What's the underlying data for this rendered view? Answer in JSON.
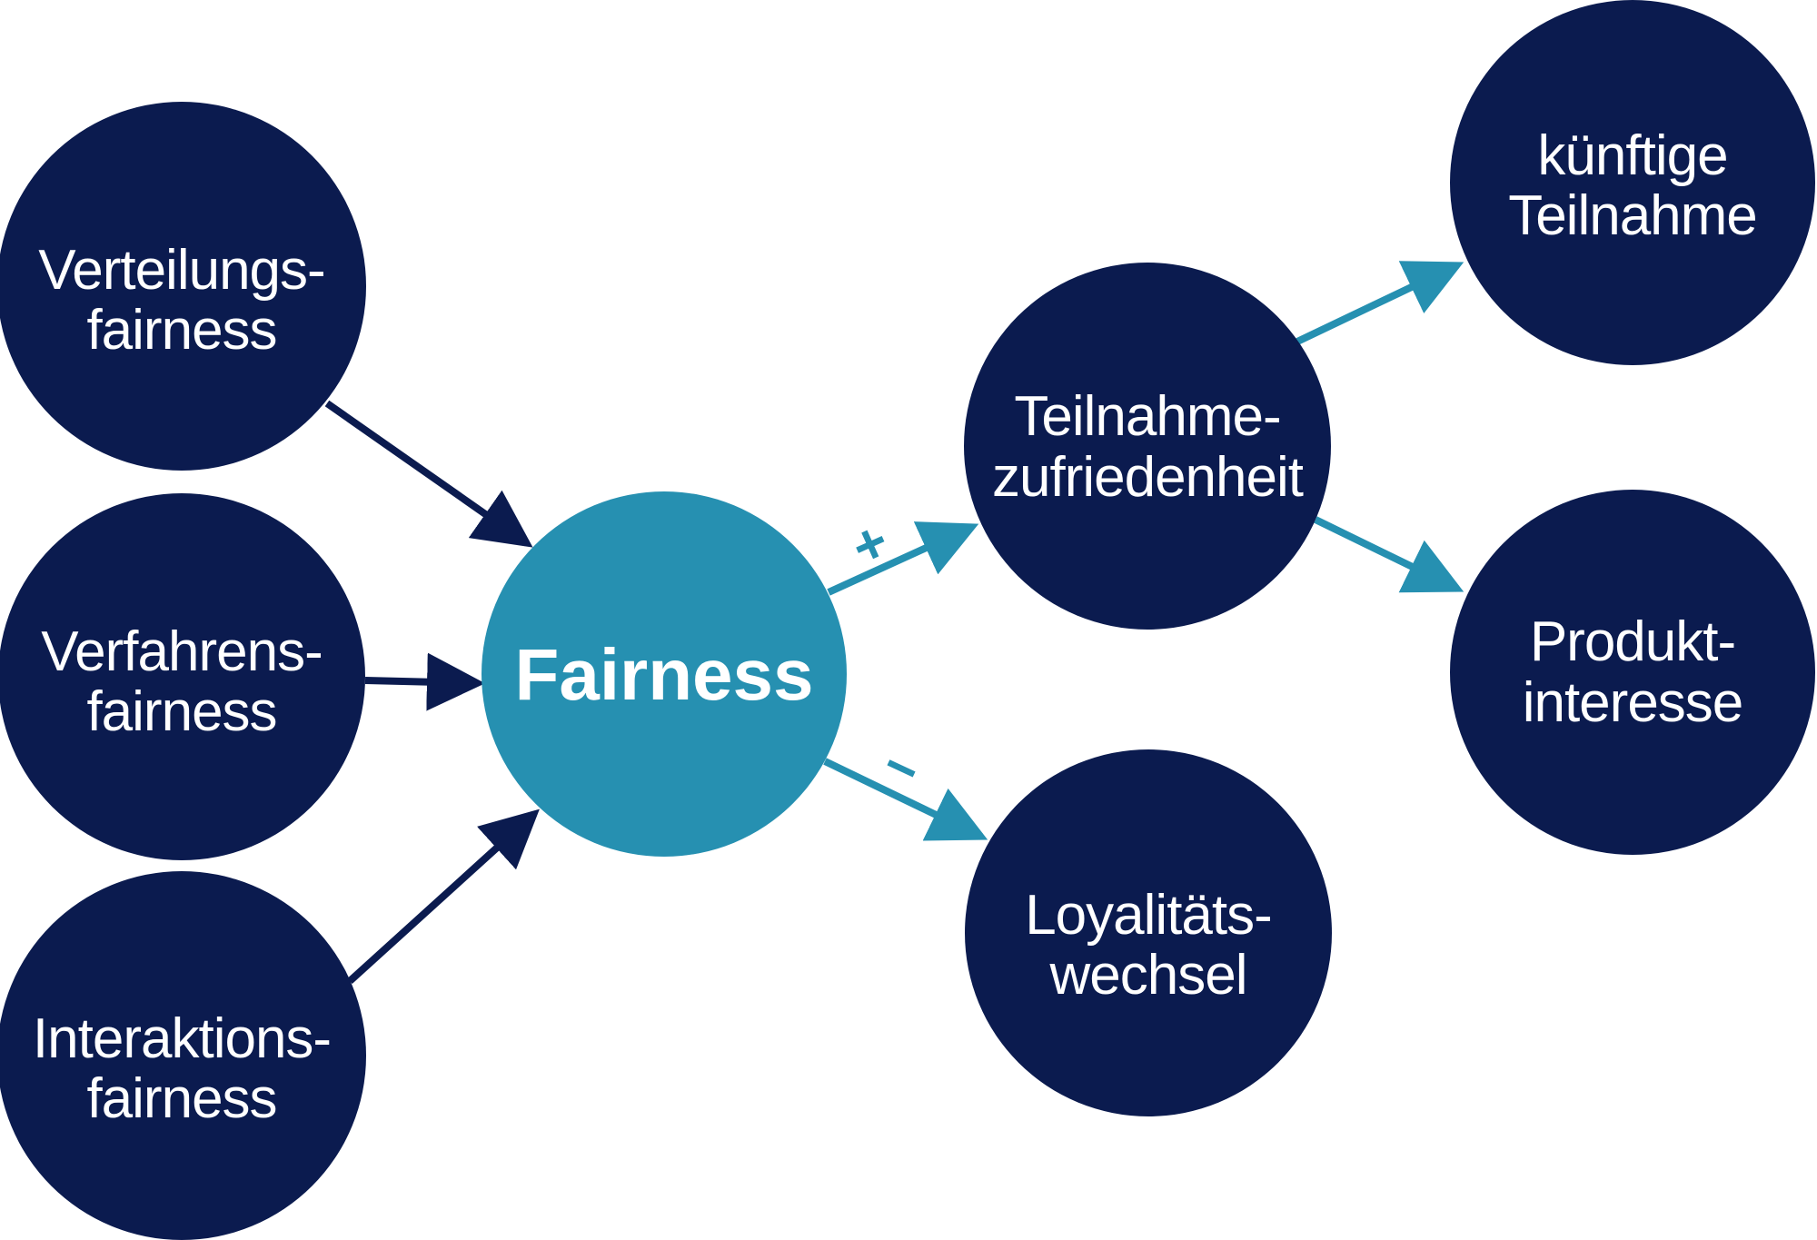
{
  "colors": {
    "node_fill": "#0b1b4f",
    "center_fill": "#2690b1",
    "input_arrow": "#0b1b4f",
    "output_arrow": "#2690b1",
    "text": "#ffffff"
  },
  "nodes": {
    "verteilung": {
      "line1": "Verteilungs-",
      "line2": "fairness"
    },
    "verfahren": {
      "line1": "Verfahrens-",
      "line2": "fairness"
    },
    "interaktion": {
      "line1": "Interaktions-",
      "line2": "fairness"
    },
    "center": {
      "label": "Fairness"
    },
    "teilnahmezufriedenheit": {
      "line1": "Teilnahme-",
      "line2": "zufriedenheit"
    },
    "loyalitaet": {
      "line1": "Loyalitäts-",
      "line2": "wechsel"
    },
    "kuenftig": {
      "line1": "künftige",
      "line2": "Teilnahme"
    },
    "produkt": {
      "line1": "Produkt-",
      "line2": "interesse"
    }
  },
  "signs": {
    "positive": "+",
    "negative": "−"
  }
}
